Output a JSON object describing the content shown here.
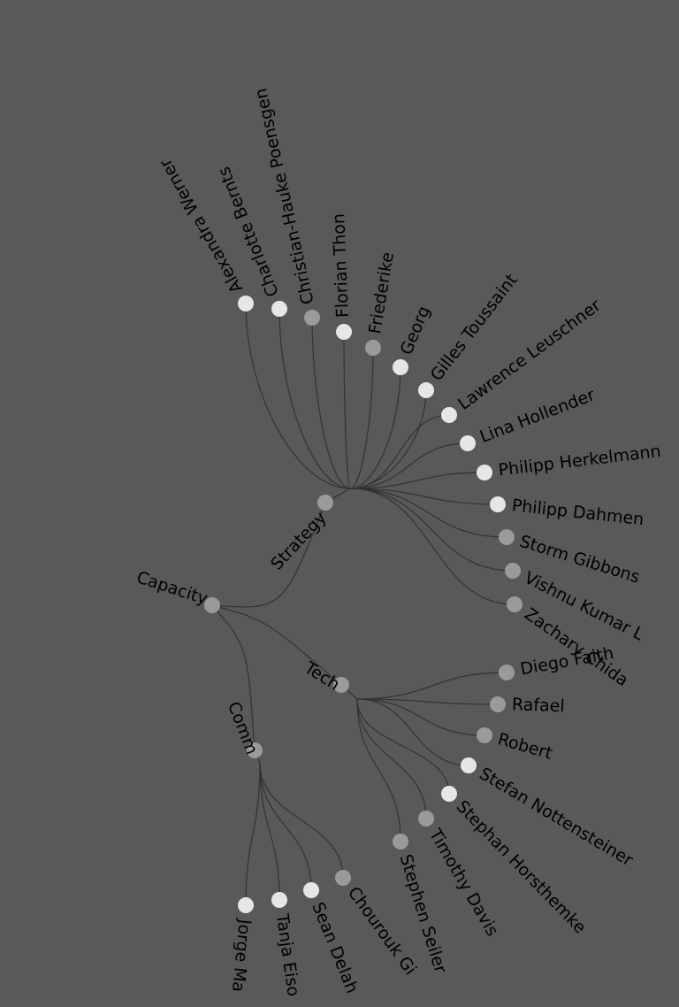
{
  "colors": {
    "background": "#595959",
    "link": "#333333",
    "node_light": "#e6e6e6",
    "node_mid": "#9a9a9a",
    "label": "#000000"
  },
  "tree": {
    "root": {
      "label": "Capacity",
      "shade": "mid"
    },
    "groups": [
      {
        "label": "Strategy",
        "shade": "mid",
        "members": [
          {
            "label": "Alexandra Werner",
            "shade": "light"
          },
          {
            "label": "Charlotte Bernts",
            "shade": "light"
          },
          {
            "label": "Christian-Hauke Poensgen",
            "shade": "mid"
          },
          {
            "label": "Florian Thon",
            "shade": "light"
          },
          {
            "label": "Friederike",
            "shade": "mid"
          },
          {
            "label": "Georg",
            "shade": "light"
          },
          {
            "label": "Gilles Toussaint",
            "shade": "light"
          },
          {
            "label": "Lawrence Leuschner",
            "shade": "light"
          },
          {
            "label": "Lina Hollender",
            "shade": "light"
          },
          {
            "label": "Philipp Herkelmann",
            "shade": "light"
          },
          {
            "label": "Philipp Dahmen",
            "shade": "light"
          },
          {
            "label": "Storm Gibbons",
            "shade": "mid"
          },
          {
            "label": "Vishnu Kumar L",
            "shade": "mid"
          },
          {
            "label": "Zachary Chida",
            "shade": "mid"
          }
        ]
      },
      {
        "label": "Tech",
        "shade": "mid",
        "members": [
          {
            "label": "Diego Faith",
            "shade": "mid"
          },
          {
            "label": "Rafael",
            "shade": "mid"
          },
          {
            "label": "Robert",
            "shade": "mid"
          },
          {
            "label": "Stefan Nottensteiner",
            "shade": "light"
          },
          {
            "label": "Stephan Horsthemke",
            "shade": "light"
          },
          {
            "label": "Timothy Davis",
            "shade": "mid"
          },
          {
            "label": "Stephen Seiler",
            "shade": "mid"
          }
        ]
      },
      {
        "label": "Comm",
        "shade": "mid",
        "members": [
          {
            "label": "Chourouk Gi",
            "shade": "mid"
          },
          {
            "label": "Sean Delah",
            "shade": "light"
          },
          {
            "label": "Tanja Eiso",
            "shade": "light"
          },
          {
            "label": "Jorge Ma",
            "shade": "light"
          }
        ]
      }
    ]
  }
}
